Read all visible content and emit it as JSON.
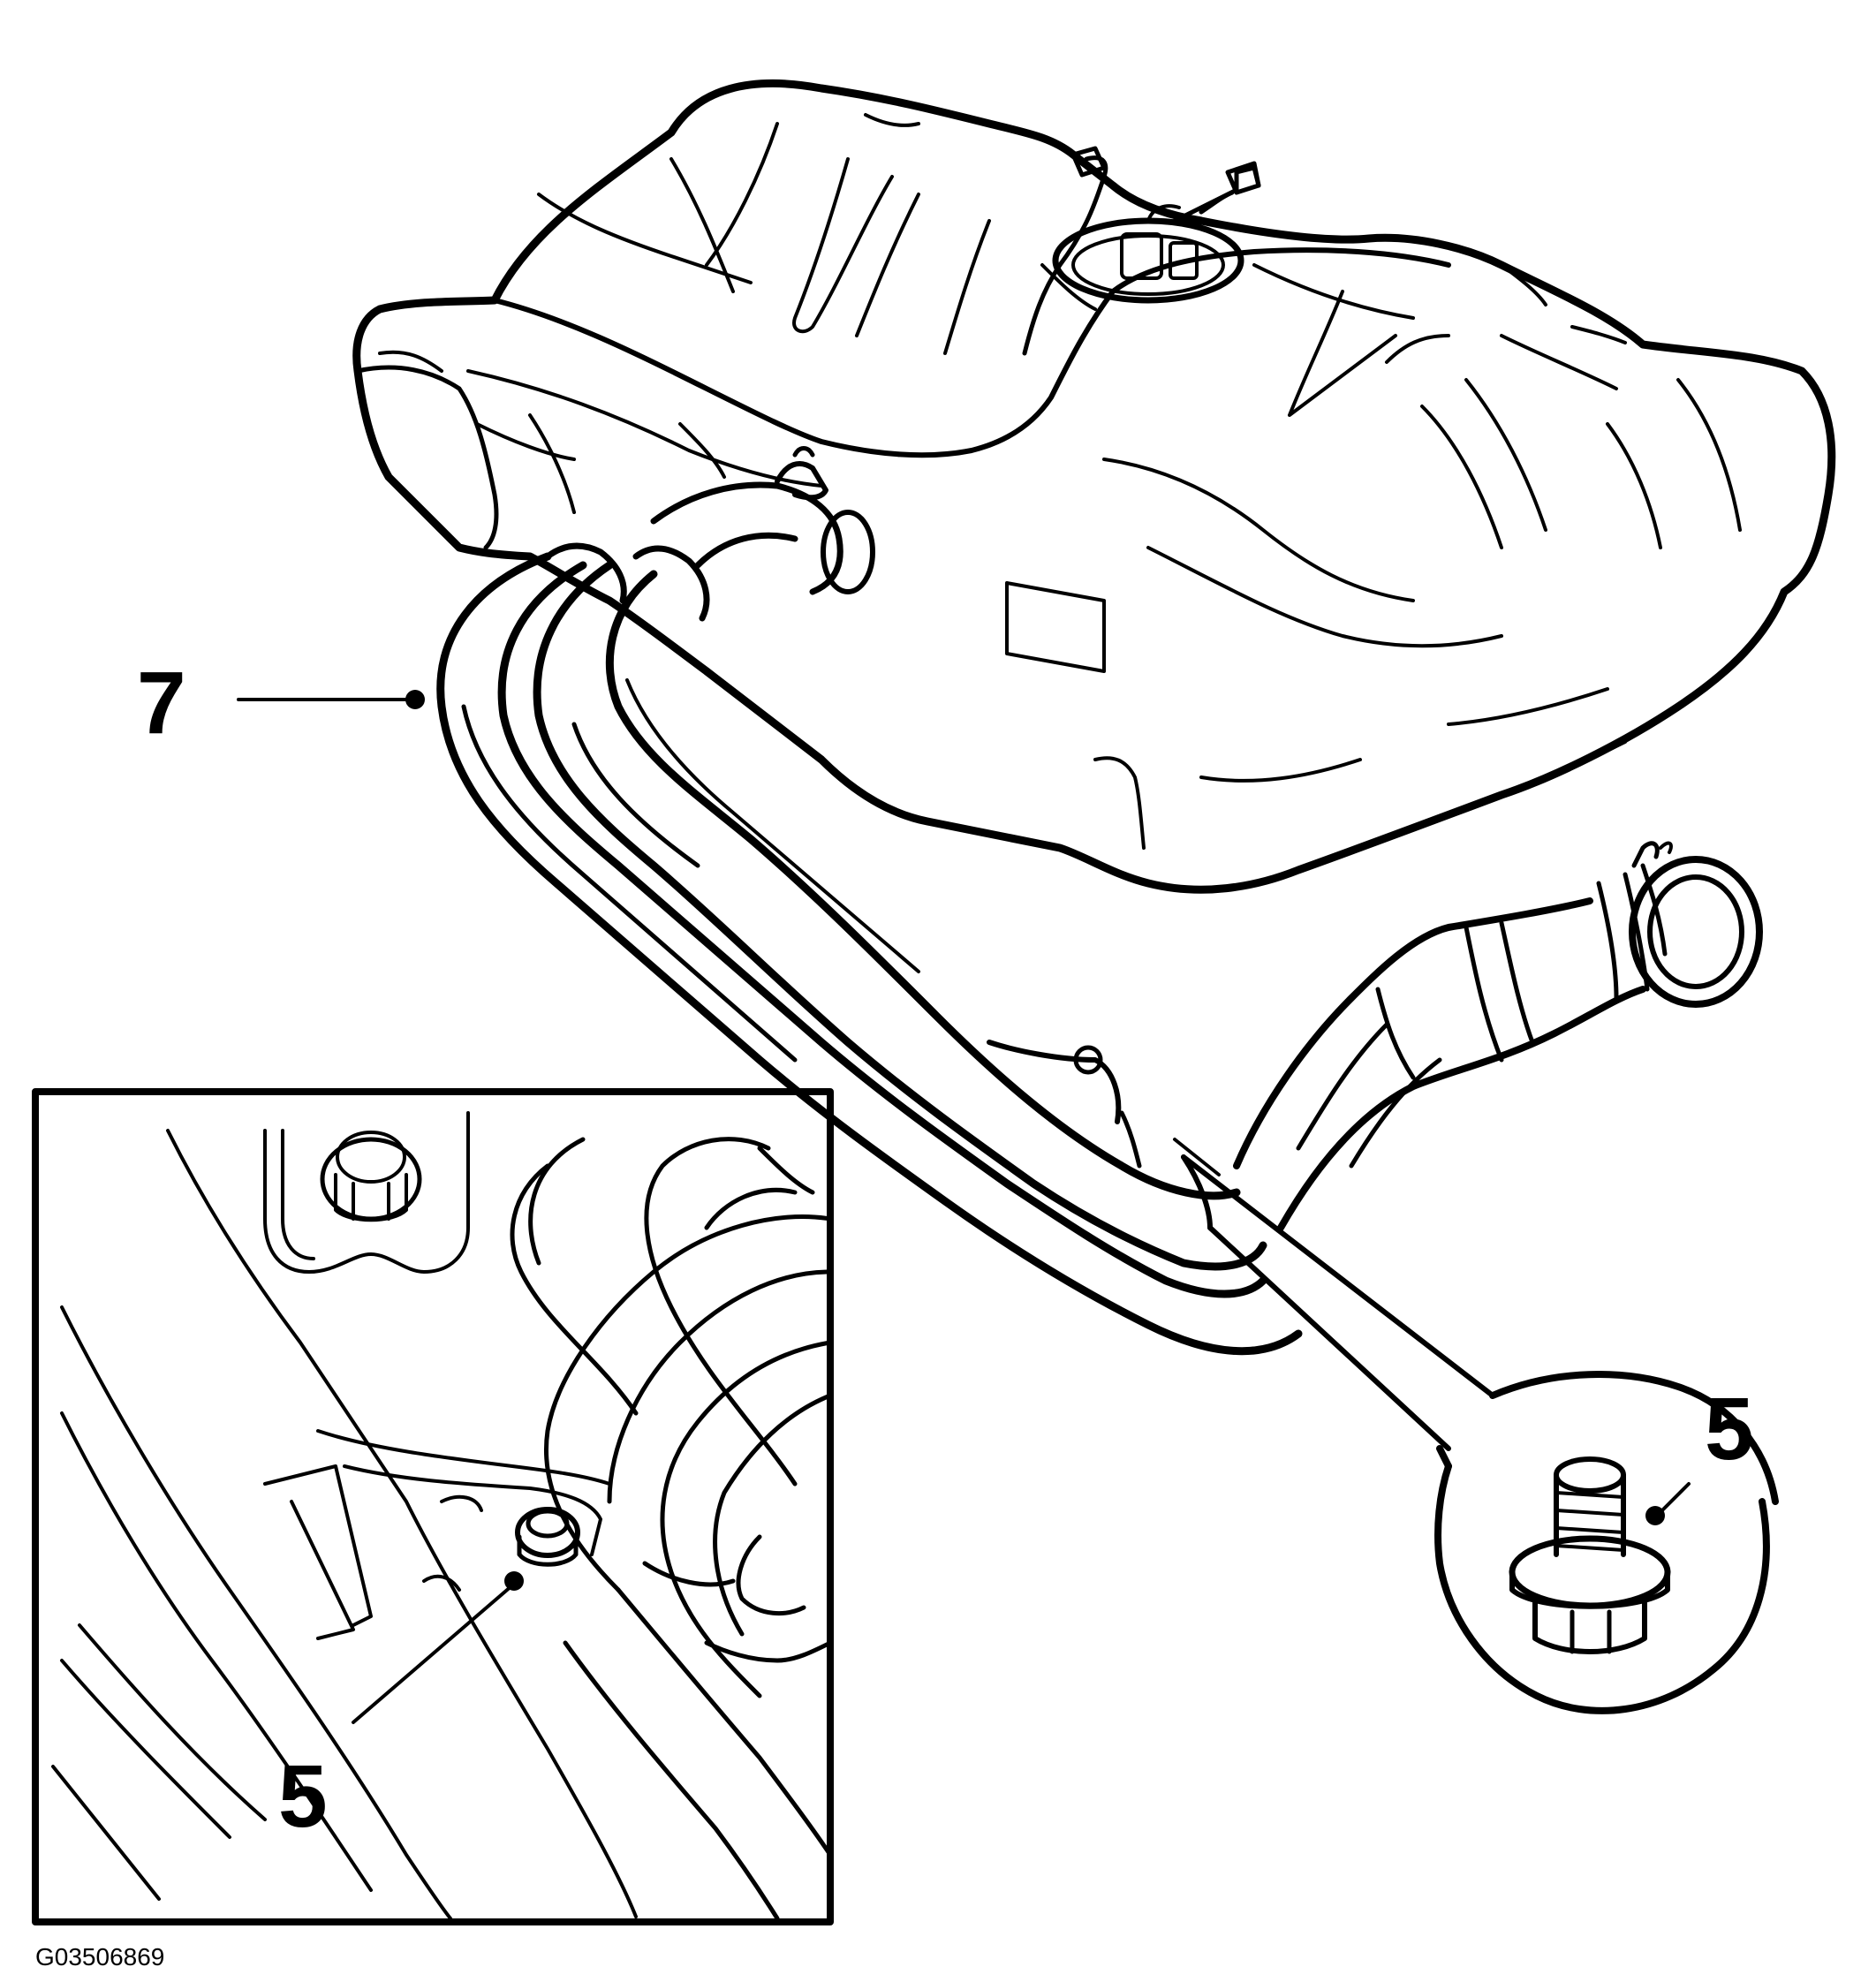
{
  "callouts": {
    "filler_hose": "7",
    "bolt_detail": "5",
    "bolt_inset": "5"
  },
  "figure_code": "G03506869",
  "colors": {
    "ink": "#000000",
    "paper": "#ffffff"
  }
}
